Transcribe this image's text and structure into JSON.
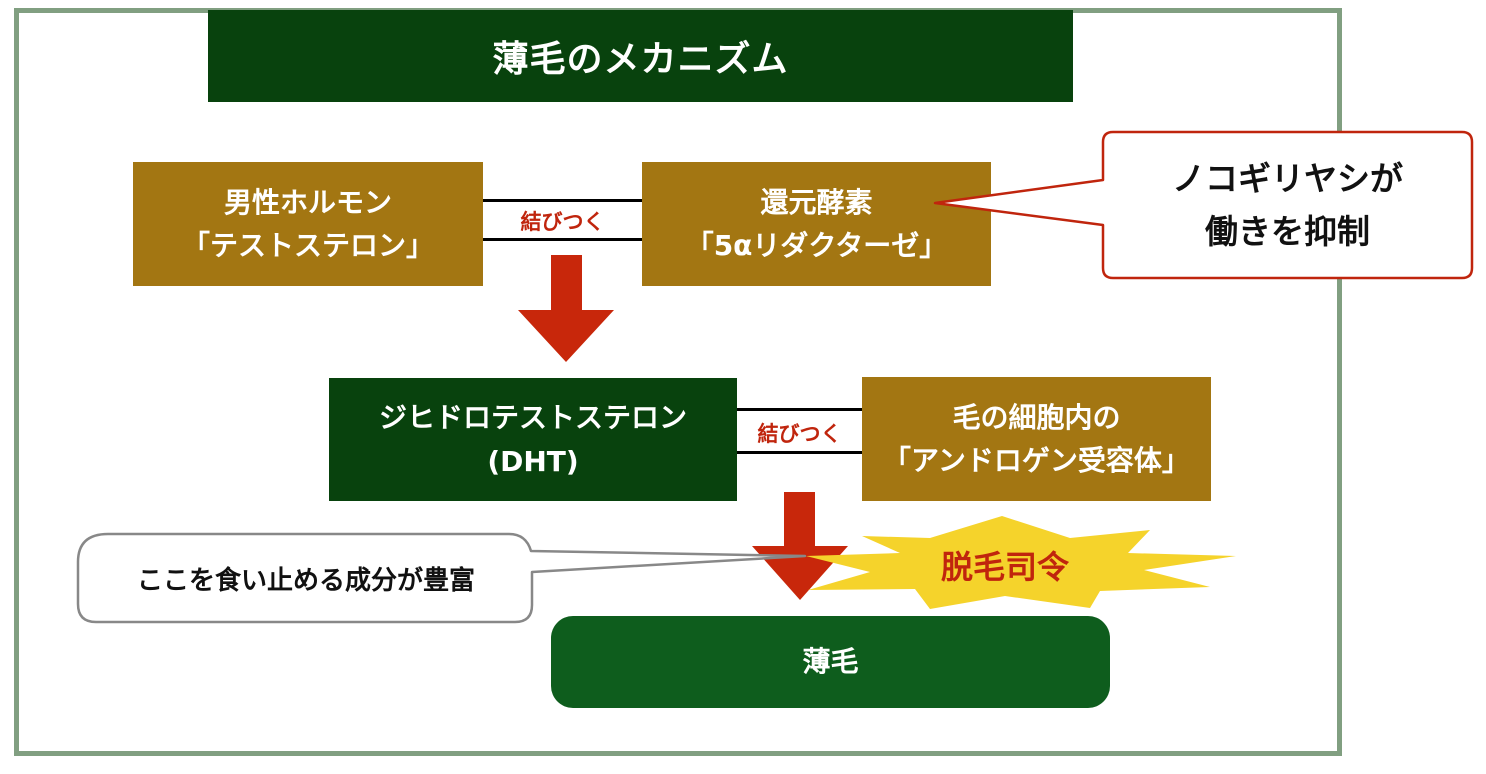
{
  "title": "薄毛のメカニズム",
  "colors": {
    "frame": "#819f81",
    "dark_green": "#08420d",
    "result_green": "#0e5d1d",
    "gold": "#a37612",
    "arrow_red": "#c8270b",
    "callout_red": "#c0250d",
    "burst_yellow": "#f5d32b",
    "callout_gray": "#888888"
  },
  "nodes": {
    "testosterone": {
      "line1": "男性ホルモン",
      "line2": "「テストステロン」"
    },
    "enzyme": {
      "line1": "還元酵素",
      "line2": "「5αリダクターゼ」"
    },
    "dht": {
      "line1": "ジヒドロテストステロン",
      "line2": "(DHT)"
    },
    "receptor": {
      "line1": "毛の細胞内の",
      "line2": "「アンドロゲン受容体」"
    },
    "result": {
      "label": "薄毛"
    }
  },
  "links": {
    "top": "結びつく",
    "middle": "結びつく"
  },
  "callouts": {
    "saw_palmetto": {
      "line1": "ノコギリヤシが",
      "line2": "働きを抑制"
    },
    "ingredient": {
      "text": "ここを食い止める成分が豊富"
    }
  },
  "burst": {
    "label": "脱毛司令"
  },
  "icons": {
    "arrow_1": "arrow-down-icon",
    "arrow_2": "arrow-down-icon",
    "burst": "starburst-icon"
  }
}
